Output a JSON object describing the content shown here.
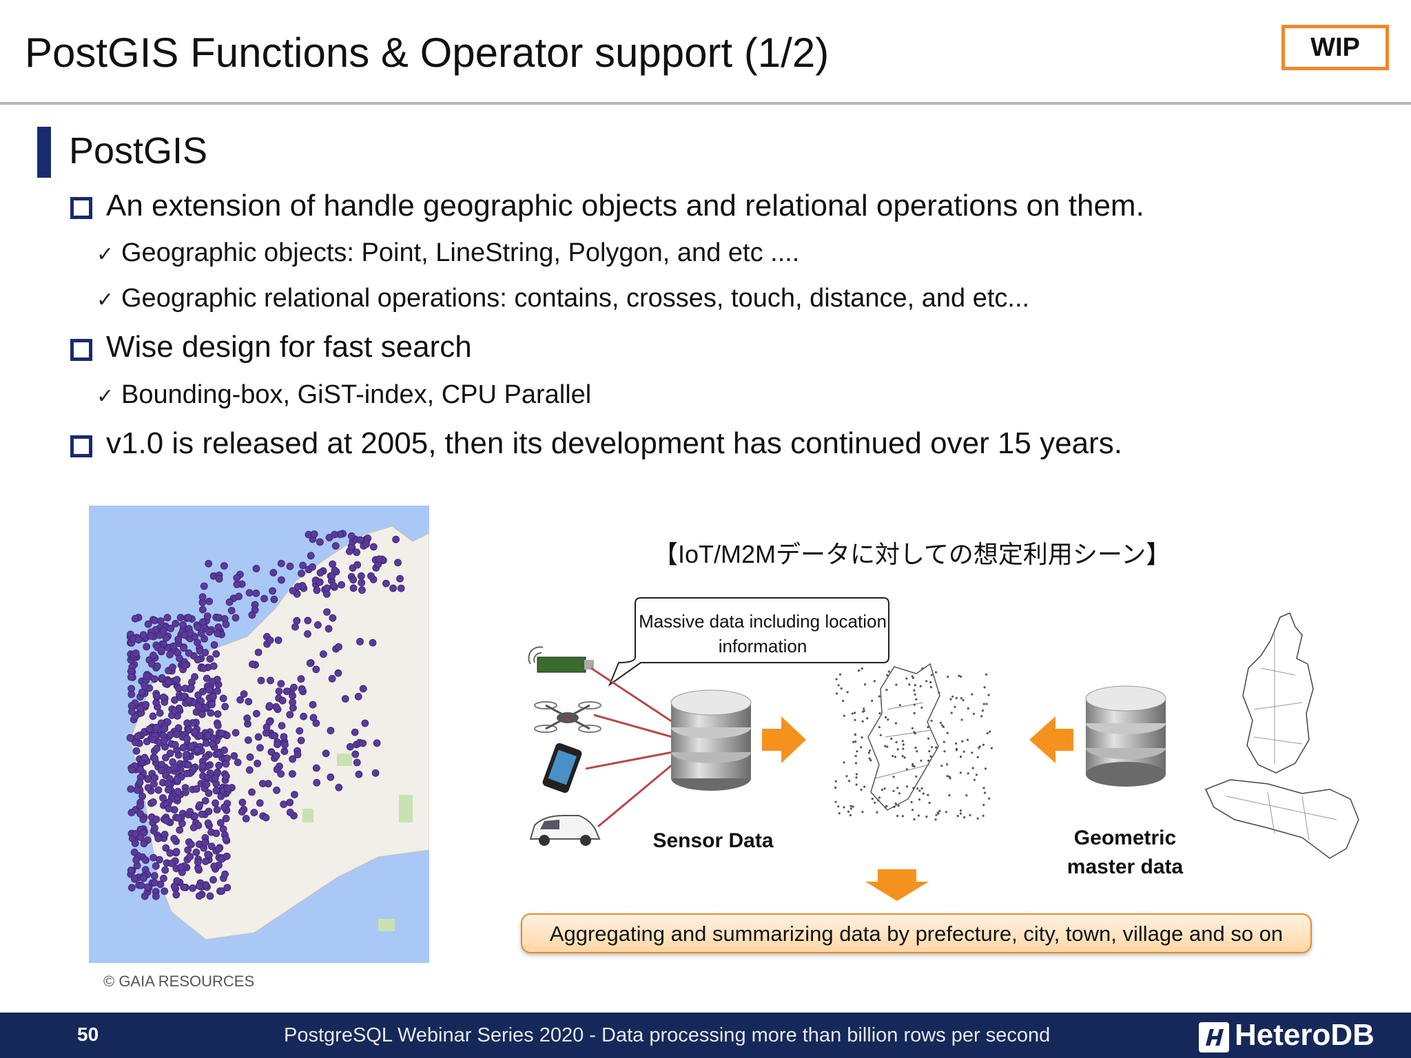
{
  "slide": {
    "title": "PostGIS Functions & Operator support (1/2)",
    "badge": "WIP",
    "section": "PostGIS",
    "bullets": [
      {
        "text": "An extension of handle geographic objects and relational operations on them.",
        "subs": [
          "Geographic objects: Point, LineString, Polygon, and etc ....",
          "Geographic relational operations: contains, crosses, touch, distance, and etc..."
        ]
      },
      {
        "text": "Wise design for fast search",
        "subs": [
          "Bounding-box, GiST-index, CPU Parallel"
        ]
      },
      {
        "text": "v1.0 is released at 2005, then its development has continued over 15 years.",
        "subs": []
      }
    ],
    "check_glyph": "✓",
    "map_credit": "© GAIA RESOURCES"
  },
  "diagram": {
    "title": "【IoT/M2Mデータに対しての想定利用シーン】",
    "bubble": "Massive data including location information",
    "sensor_label": "Sensor Data",
    "geo_label": "Geometric master data",
    "aggregate": "Aggregating and summarizing data by prefecture, city, town, village and so on",
    "devices": [
      "sensor-module-icon",
      "drone-icon",
      "smartphone-icon",
      "car-icon"
    ],
    "accent": "#f5921e"
  },
  "footer": {
    "page": "50",
    "text": "PostgreSQL Webinar Series 2020 - Data processing more than billion rows per second",
    "brand": "HeteroDB"
  },
  "colors": {
    "navy": "#1a2a6e",
    "orange": "#f0882a",
    "point": "#5b3a9a",
    "footer_bg": "#14285a"
  }
}
